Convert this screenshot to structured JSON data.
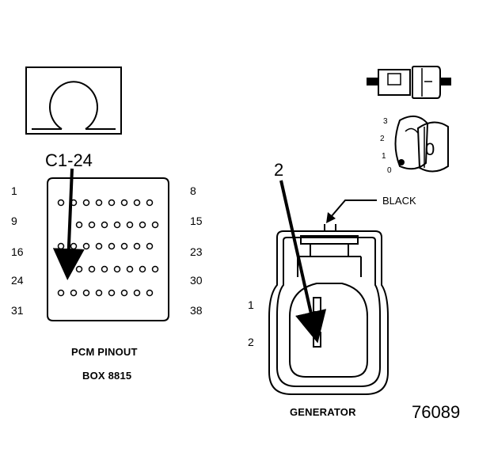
{
  "pcm": {
    "callout": "C1-24",
    "row_start_labels": [
      "1",
      "9",
      "16",
      "24",
      "31"
    ],
    "row_end_labels": [
      "8",
      "15",
      "23",
      "30",
      "38"
    ],
    "caption_line1": "PCM PINOUT",
    "caption_line2": "BOX 8815"
  },
  "generator": {
    "callout": "2",
    "wire_color": "BLACK",
    "pin_labels": [
      "1",
      "2"
    ],
    "caption": "GENERATOR"
  },
  "inset": {
    "position_labels": [
      "3",
      "2",
      "1",
      "0"
    ],
    "key_letter": "0"
  },
  "figure_number": "76089"
}
